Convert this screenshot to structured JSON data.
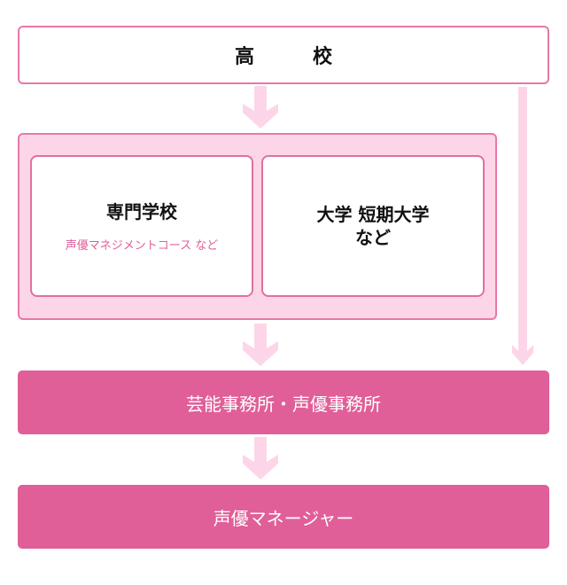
{
  "colors": {
    "border_pink": "#e878a8",
    "light_pink": "#fcd6e8",
    "solid_pink": "#e05f98",
    "accent_text": "#e0609a"
  },
  "nodes": {
    "high_school": "高　校",
    "vocational_school": {
      "title": "専門学校",
      "subtitle": "声優マネジメントコース など"
    },
    "university": {
      "line1": "大学 短期大学",
      "line2": "など"
    },
    "agency": "芸能事務所・声優事務所",
    "manager": "声優マネージャー"
  },
  "edges": [
    {
      "from": "high_school",
      "to": "schools_group"
    },
    {
      "from": "schools_group",
      "to": "agency"
    },
    {
      "from": "high_school",
      "to": "agency"
    },
    {
      "from": "agency",
      "to": "manager"
    }
  ]
}
